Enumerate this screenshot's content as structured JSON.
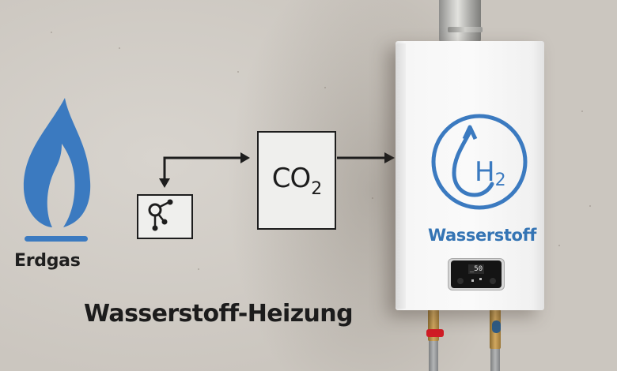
{
  "colors": {
    "brand_blue": "#3b7ac0",
    "wall": "#cfcac3",
    "text_dark": "#1c1c1c",
    "valve_red": "#d01c25",
    "valve_blue": "#2f5c86"
  },
  "left_panel": {
    "icon": "gas-flame-icon",
    "label": "Erdgas"
  },
  "diagram": {
    "molecule_box_icon": "molecule-icon",
    "co2_box": {
      "main": "CO",
      "subscript": "2"
    },
    "arrows": [
      "arrow-to-molecule-box",
      "arrow-to-co2-box",
      "arrow-to-boiler"
    ]
  },
  "title": "Wasserstoff-Heizung",
  "boiler": {
    "logo_icon": "h2-droplet-logo-icon",
    "logo_text": {
      "main": "H",
      "subscript": "2"
    },
    "brand_label": "Wasserstoff",
    "display_value": "_50",
    "controls": [
      "power-button",
      "mode-indicator",
      "status-dot",
      "settings-button"
    ],
    "valves": [
      {
        "side": "left",
        "handle_color": "red"
      },
      {
        "side": "right",
        "handle_color": "blue"
      }
    ]
  }
}
